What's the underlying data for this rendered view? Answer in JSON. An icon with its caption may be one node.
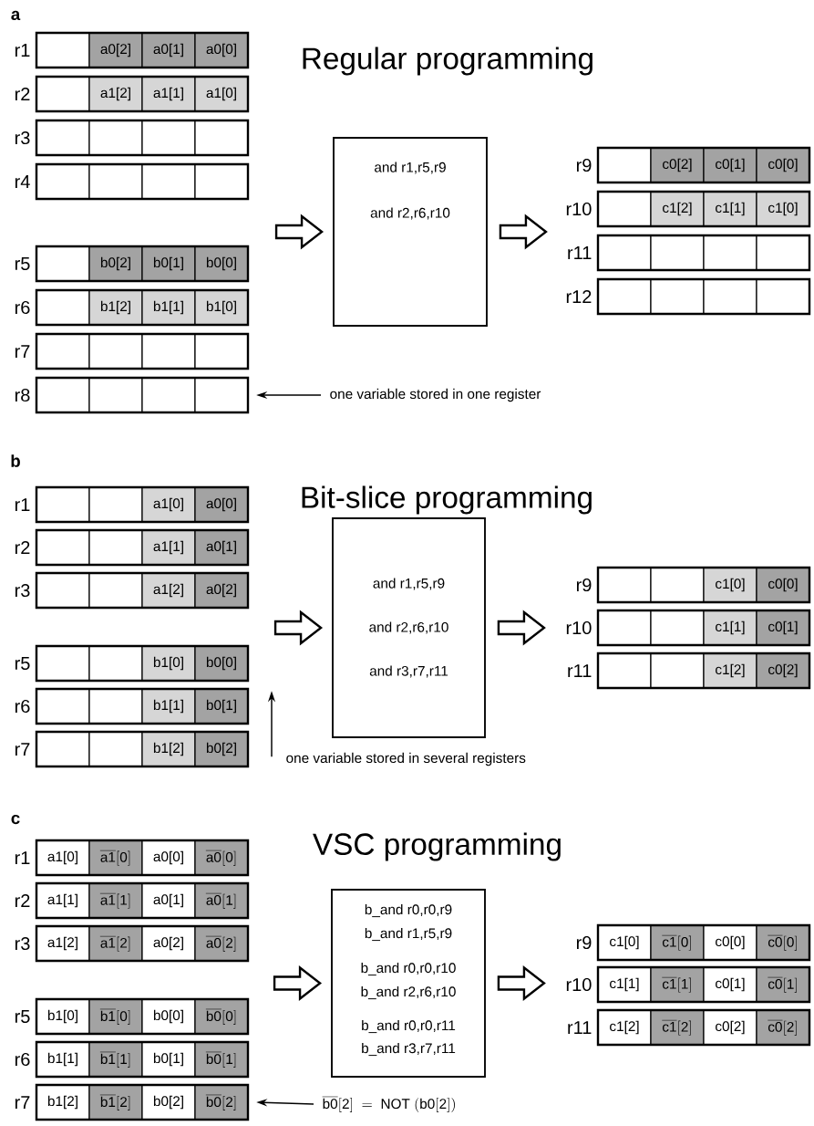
{
  "diagram": {
    "nodes": [
      {
        "text": [],
        "shape": "box",
        "beside": [
          "r1"
        ]
      },
      {
        "text": [],
        "shape": "box",
        "in": 0
      },
      {
        "text": [
          "a0[2]"
        ],
        "in": 0
      },
      {
        "text": [
          "a0[1]"
        ],
        "in": 0
      },
      {
        "text": [
          "a0[0]"
        ],
        "in": 0
      },
      {
        "text": [],
        "shape": "box",
        "beside": [
          "r2"
        ]
      },
      {
        "text": [],
        "shape": "box",
        "in": 5
      },
      {
        "text": [
          "a1[2]"
        ],
        "in": 5
      },
      {
        "text": [
          "a1[1]"
        ],
        "in": 5
      },
      {
        "text": [
          "a1[0]"
        ],
        "in": 5
      },
      {
        "text": [],
        "shape": "box",
        "beside": [
          "r3"
        ]
      },
      {
        "text": [],
        "shape": "box",
        "in": 10
      },
      {
        "text": [],
        "shape": "box",
        "in": 10
      },
      {
        "text": [],
        "shape": "box",
        "in": 10
      },
      {
        "text": [],
        "shape": "box",
        "in": 10
      },
      {
        "text": [],
        "shape": "box",
        "beside": [
          "r4"
        ]
      },
      {
        "text": [],
        "shape": "box",
        "in": 15
      },
      {
        "text": [],
        "shape": "box",
        "in": 15
      },
      {
        "text": [],
        "shape": "box",
        "in": 15
      },
      {
        "text": [],
        "shape": "box",
        "in": 15
      },
      {
        "text": [],
        "shape": "box",
        "beside": [
          "r5"
        ]
      },
      {
        "text": [],
        "shape": "box",
        "in": 20
      },
      {
        "text": [
          "b0[2]"
        ],
        "in": 20
      },
      {
        "text": [
          "b0[1]"
        ],
        "in": 20
      },
      {
        "text": [
          "b0[0]"
        ],
        "in": 20
      },
      {
        "text": [],
        "shape": "box",
        "beside": [
          "r6"
        ]
      },
      {
        "text": [],
        "shape": "box",
        "in": 25
      },
      {
        "text": [
          "b1[2]"
        ],
        "in": 25
      },
      {
        "text": [
          "b1[1]"
        ],
        "in": 25
      },
      {
        "text": [
          "b1[0]"
        ],
        "in": 25
      },
      {
        "text": [],
        "shape": "box",
        "beside": [
          "r7"
        ]
      },
      {
        "text": [],
        "shape": "box",
        "in": 30
      },
      {
        "text": [],
        "shape": "box",
        "in": 30
      },
      {
        "text": [],
        "shape": "box",
        "in": 30
      },
      {
        "text": [],
        "shape": "box",
        "in": 30
      },
      {
        "text": [],
        "shape": "box",
        "beside": [
          "r8"
        ]
      },
      {
        "text": [],
        "shape": "box",
        "in": 35
      },
      {
        "text": [],
        "shape": "box",
        "in": 35
      },
      {
        "text": [],
        "shape": "box",
        "in": 35
      },
      {
        "text": [],
        "shape": "box",
        "in": 35
      },
      {
        "text": [
          "and r1,r5,r9",
          "and r2,r6,r10"
        ]
      },
      {
        "text": [],
        "shape": "box",
        "beside": [
          "r9"
        ]
      },
      {
        "text": [],
        "shape": "box",
        "in": 41
      },
      {
        "text": [
          "c0[2]"
        ],
        "in": 41
      },
      {
        "text": [
          "c0[1]"
        ],
        "in": 41
      },
      {
        "text": [
          "c0[0]"
        ],
        "in": 41
      },
      {
        "text": [],
        "shape": "box",
        "beside": [
          "r10"
        ]
      },
      {
        "text": [],
        "shape": "box",
        "in": 46
      },
      {
        "text": [
          "c1[2]"
        ],
        "in": 46
      },
      {
        "text": [
          "c1[1]"
        ],
        "in": 46
      },
      {
        "text": [
          "c1[0]"
        ],
        "in": 46
      },
      {
        "text": [],
        "shape": "box",
        "beside": [
          "r11"
        ]
      },
      {
        "text": [],
        "shape": "box",
        "in": 51
      },
      {
        "text": [],
        "shape": "box",
        "in": 51
      },
      {
        "text": [],
        "shape": "box",
        "in": 51
      },
      {
        "text": [],
        "shape": "box",
        "in": 51
      },
      {
        "text": [],
        "shape": "box",
        "beside": [
          "r12"
        ]
      },
      {
        "text": [],
        "shape": "box",
        "in": 56
      },
      {
        "text": [],
        "shape": "box",
        "in": 56
      },
      {
        "text": [],
        "shape": "box",
        "in": 56
      },
      {
        "text": [],
        "shape": "box",
        "in": 56
      },
      {
        "text": [
          "one variable stored in one register"
        ]
      },
      {
        "text": [],
        "shape": "box",
        "beside": [
          "r1"
        ]
      },
      {
        "text": [],
        "shape": "box",
        "in": 62
      },
      {
        "text": [],
        "shape": "box",
        "in": 62
      },
      {
        "text": [
          "a1[0]"
        ],
        "in": 62
      },
      {
        "text": [
          "a0[0]"
        ],
        "in": 62
      },
      {
        "text": [],
        "shape": "box",
        "beside": [
          "r2"
        ]
      },
      {
        "text": [],
        "shape": "box",
        "in": 67
      },
      {
        "text": [],
        "shape": "box",
        "in": 67
      },
      {
        "text": [
          "a1[1]"
        ],
        "in": 67
      },
      {
        "text": [
          "a0[1]"
        ],
        "in": 67
      },
      {
        "text": [],
        "shape": "box",
        "beside": [
          "r3"
        ]
      },
      {
        "text": [],
        "shape": "box",
        "in": 72
      },
      {
        "text": [],
        "shape": "box",
        "in": 72
      },
      {
        "text": [
          "a1[2]"
        ],
        "in": 72
      },
      {
        "text": [
          "a0[2]"
        ],
        "in": 72
      },
      {
        "text": [],
        "shape": "box",
        "beside": [
          "r5"
        ]
      },
      {
        "text": [],
        "shape": "box",
        "in": 77
      },
      {
        "text": [],
        "shape": "box",
        "in": 77
      },
      {
        "text": [
          "b1[0]"
        ],
        "in": 77
      },
      {
        "text": [
          "b0[0]"
        ],
        "in": 77
      },
      {
        "text": [],
        "shape": "box",
        "beside": [
          "r6"
        ]
      },
      {
        "text": [],
        "shape": "box",
        "in": 82
      },
      {
        "text": [],
        "shape": "box",
        "in": 82
      },
      {
        "text": [
          "b1[1]"
        ],
        "in": 82
      },
      {
        "text": [
          "b0[1]"
        ],
        "in": 82
      },
      {
        "text": [],
        "shape": "box",
        "beside": [
          "r7"
        ]
      },
      {
        "text": [],
        "shape": "box",
        "in": 87
      },
      {
        "text": [],
        "shape": "box",
        "in": 87
      },
      {
        "text": [
          "b1[2]"
        ],
        "in": 87
      },
      {
        "text": [
          "b0[2]"
        ],
        "in": 87
      },
      {
        "text": [
          "and r1,r5,r9",
          "and r2,r6,r10",
          "and r3,r7,r11"
        ]
      },
      {
        "text": [],
        "shape": "box",
        "beside": [
          "r9"
        ]
      },
      {
        "text": [],
        "shape": "box",
        "in": 93
      },
      {
        "text": [],
        "shape": "box",
        "in": 93
      },
      {
        "text": [
          "c1[0]"
        ],
        "in": 93
      },
      {
        "text": [
          "c0[0]"
        ],
        "in": 93
      },
      {
        "text": [],
        "shape": "box",
        "beside": [
          "r10"
        ]
      },
      {
        "text": [],
        "shape": "box",
        "in": 98
      },
      {
        "text": [],
        "shape": "box",
        "in": 98
      },
      {
        "text": [
          "c1[1]"
        ],
        "in": 98
      },
      {
        "text": [
          "c0[1]"
        ],
        "in": 98
      },
      {
        "text": [],
        "shape": "box",
        "beside": [
          "r11"
        ]
      },
      {
        "text": [],
        "shape": "box",
        "in": 103
      },
      {
        "text": [],
        "shape": "box",
        "in": 103
      },
      {
        "text": [
          "c1[2]"
        ],
        "in": 103
      },
      {
        "text": [
          "c0[2]"
        ],
        "in": 103
      },
      {
        "text": [
          "one variable stored in several registers"
        ]
      },
      {
        "text": [],
        "shape": "box",
        "beside": [
          "r1"
        ]
      },
      {
        "text": [
          "a1[0]"
        ],
        "in": 109
      },
      {
        "text": [
          "\\overline{\\mathrm{a1}}\\mathrm{[0]}"
        ],
        "in": 109
      },
      {
        "text": [
          "a0[0]"
        ],
        "in": 109
      },
      {
        "text": [
          "\\overline{\\mathrm{a0}}\\mathrm{[0]}"
        ],
        "in": 109
      },
      {
        "text": [],
        "shape": "box",
        "beside": [
          "r2"
        ]
      },
      {
        "text": [
          "a1[1]"
        ],
        "in": 114
      },
      {
        "text": [
          "\\overline{\\mathrm{a1}}\\mathrm{[1]}"
        ],
        "in": 114
      },
      {
        "text": [
          "a0[1]"
        ],
        "in": 114
      },
      {
        "text": [
          "\\overline{\\mathrm{a0}}\\mathrm{[1]}"
        ],
        "in": 114
      },
      {
        "text": [],
        "shape": "box",
        "beside": [
          "r3"
        ]
      },
      {
        "text": [
          "a1[2]"
        ],
        "in": 119
      },
      {
        "text": [
          "\\overline{\\mathrm{a1}}\\mathrm{[2]}"
        ],
        "in": 119
      },
      {
        "text": [
          "a0[2]"
        ],
        "in": 119
      },
      {
        "text": [
          "\\overline{\\mathrm{a0}}\\mathrm{[2]}"
        ],
        "in": 119
      },
      {
        "text": [],
        "shape": "box",
        "beside": [
          "r5"
        ]
      },
      {
        "text": [
          "b1[0]"
        ],
        "in": 124
      },
      {
        "text": [
          "\\overline{\\mathrm{b1}}\\mathrm{[0]}"
        ],
        "in": 124
      },
      {
        "text": [
          "b0[0]"
        ],
        "in": 124
      },
      {
        "text": [
          "\\overline{\\mathrm{b0}}\\mathrm{[0]}"
        ],
        "in": 124
      },
      {
        "text": [],
        "shape": "box",
        "beside": [
          "r6"
        ]
      },
      {
        "text": [
          "b1[1]"
        ],
        "in": 129
      },
      {
        "text": [
          "\\overline{\\mathrm{b1}}\\mathrm{[1]}"
        ],
        "in": 129
      },
      {
        "text": [
          "b0[1]"
        ],
        "in": 129
      },
      {
        "text": [
          "\\overline{\\mathrm{b0}}\\mathrm{[1]}"
        ],
        "in": 129
      },
      {
        "text": [],
        "shape": "box",
        "beside": [
          "r7"
        ]
      },
      {
        "text": [
          "b1[2]"
        ],
        "in": 134
      },
      {
        "text": [
          "\\overline{\\mathrm{b1}}\\mathrm{[2]}"
        ],
        "in": 134
      },
      {
        "text": [
          "b0[2]"
        ],
        "in": 134
      },
      {
        "text": [
          "\\overline{\\mathrm{b0}}\\mathrm{[2]}"
        ],
        "in": 134
      },
      {
        "text": [
          "b_and r0,r0,r9",
          "b_and r1,r5,r9",
          "b_and r0,r0,r10",
          "b_and r2,r6,r10",
          "b_and r0,r0,r11",
          "b_and r3,r7,r11"
        ]
      },
      {
        "text": [],
        "shape": "box",
        "beside": [
          "r9"
        ]
      },
      {
        "text": [
          "c1[0]"
        ],
        "in": 140
      },
      {
        "text": [
          "\\overline{\\mathrm{c1}}\\mathrm{[0]}"
        ],
        "in": 140
      },
      {
        "text": [
          "c0[0]"
        ],
        "in": 140
      },
      {
        "text": [
          "\\overline{\\mathrm{c0}}\\mathrm{[0]}"
        ],
        "in": 140
      },
      {
        "text": [],
        "shape": "box",
        "beside": [
          "r10"
        ]
      },
      {
        "text": [
          "c1[1]"
        ],
        "in": 145
      },
      {
        "text": [
          "\\overline{\\mathrm{c1}}\\mathrm{[1]}"
        ],
        "in": 145
      },
      {
        "text": [
          "c0[1]"
        ],
        "in": 145
      },
      {
        "text": [
          "\\overline{\\mathrm{c0}}\\mathrm{[1]}"
        ],
        "in": 145
      },
      {
        "text": [],
        "shape": "box",
        "beside": [
          "r11"
        ]
      },
      {
        "text": [
          "c1[2]"
        ],
        "in": 150
      },
      {
        "text": [
          "\\overline{\\mathrm{c1}}\\mathrm{[2]}"
        ],
        "in": 150
      },
      {
        "text": [
          "c0[2]"
        ],
        "in": 150
      },
      {
        "text": [
          "\\overline{\\mathrm{c0}}\\mathrm{[2]}"
        ],
        "in": 150
      },
      {
        "text": [
          "\\overline{\\mathrm{b0}}\\mathrm{[2]\\ =\\ NOT\\ (b0[2])}"
        ]
      }
    ],
    "edges": [
      {
        "from": null,
        "to": 40,
        "arrow": "to"
      },
      {
        "from": 40,
        "to": null,
        "arrow": "to"
      },
      {
        "from": 61,
        "to": 35,
        "arrow": "to"
      },
      {
        "from": null,
        "to": 92,
        "arrow": "to"
      },
      {
        "from": 92,
        "to": null,
        "arrow": "to"
      },
      {
        "from": 108,
        "to": null,
        "arrow": "to"
      },
      {
        "from": null,
        "to": 139,
        "arrow": "to"
      },
      {
        "from": 139,
        "to": null,
        "arrow": "to"
      },
      {
        "from": 155,
        "to": 134,
        "arrow": "to"
      }
    ],
    "labels": [
      "a",
      "Regular programming",
      "b",
      "Bit-slice programming",
      "c",
      "VSC programming"
    ]
  }
}
